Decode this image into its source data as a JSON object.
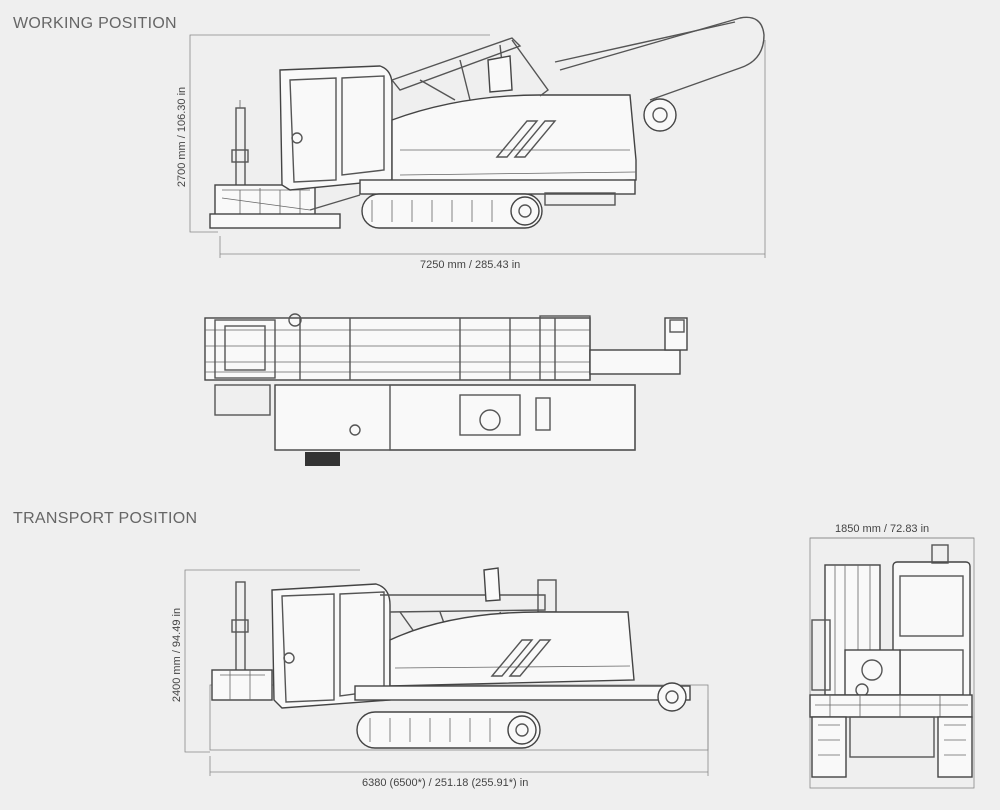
{
  "sections": {
    "working": {
      "title": "WORKING POSITION"
    },
    "transport": {
      "title": "TRANSPORT POSITION"
    }
  },
  "dimensions": {
    "working_height": "2700 mm / 106.30 in",
    "working_length": "7250 mm / 285.43 in",
    "transport_height": "2400 mm / 94.49 in",
    "transport_length": "6380 (6500*) / 251.18 (255.91*) in",
    "transport_width": "1850 mm / 72.83 in"
  },
  "colors": {
    "background": "#efefef",
    "line": "#555555"
  }
}
